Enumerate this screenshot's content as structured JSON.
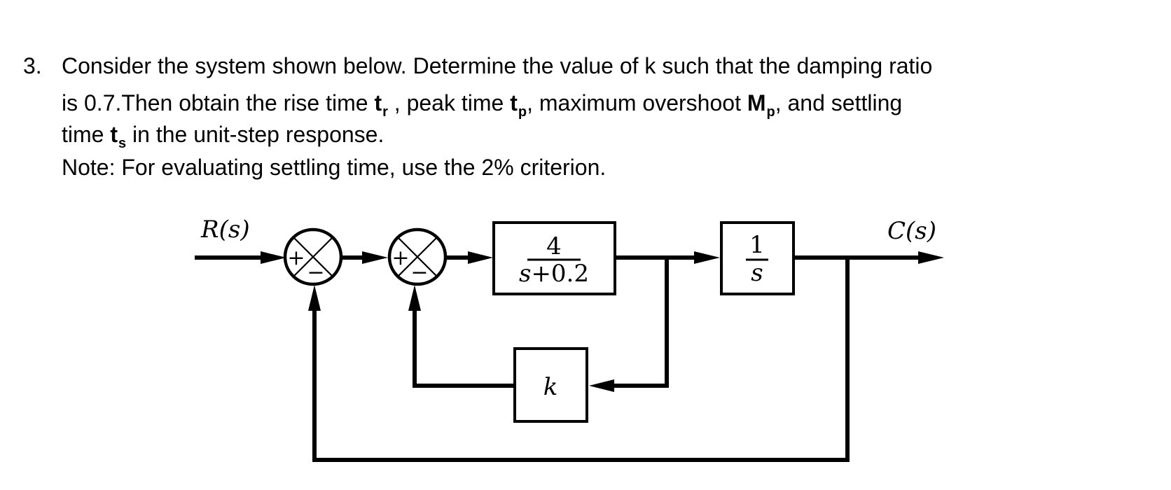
{
  "problem": {
    "number": "3.",
    "line1": "Consider the system shown below. Determine the value of k such that the damping ratio",
    "line2": {
      "seg1": "is 0.7.Then obtain the rise time ",
      "sym1": "t",
      "sub1": "r",
      "seg2": " , peak time ",
      "sym2": "t",
      "sub2": "p",
      "seg3": ", maximum overshoot ",
      "sym3": "M",
      "sub3": "p",
      "seg4": ", and settling"
    },
    "line3": {
      "seg1": "time ",
      "sym1": "t",
      "sub1": "s",
      "seg2": " in the unit-step response."
    },
    "line4": "Note: For evaluating settling time, use the 2% criterion."
  },
  "diagram": {
    "input_label": "R(s)",
    "output_label": "C(s)",
    "summer1": {
      "left_sign": "+",
      "bottom_sign": "−"
    },
    "summer2": {
      "left_sign": "+",
      "bottom_sign": "−"
    },
    "plant_block": {
      "numerator": "4",
      "denominator_var": "s",
      "denominator_rest": "+0.2"
    },
    "integrator_block": {
      "numerator": "1",
      "denominator": "s"
    },
    "gain_block": {
      "label": "k"
    },
    "colors": {
      "line": "#000000",
      "background": "#ffffff"
    }
  }
}
